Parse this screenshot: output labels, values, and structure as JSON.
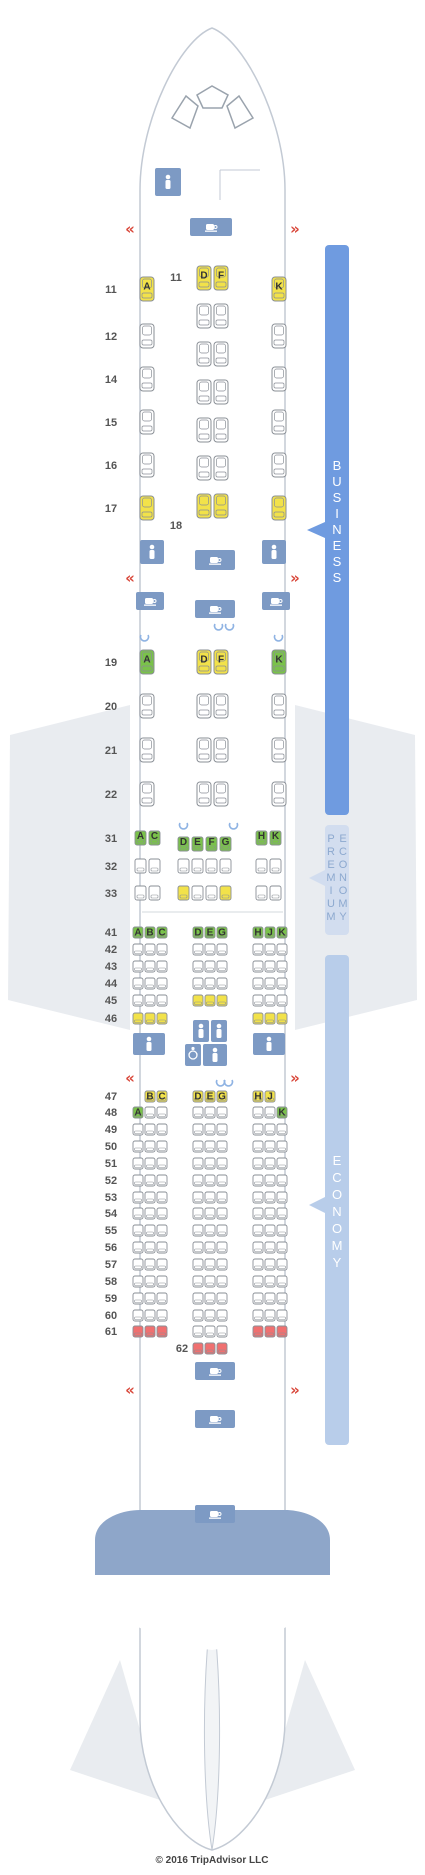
{
  "colors": {
    "fuselage_stroke": "#bfc7d2",
    "facility": "#7d9ac4",
    "business_band": "#6f9be0",
    "premium_band": "#d2ddef",
    "economy_band": "#b8cdea",
    "seat_normal": "#ffffff",
    "seat_yellow": "#f2e24a",
    "seat_green": "#7ac24a",
    "seat_red": "#f07070",
    "exit_arrow": "#d9483b",
    "wing": "#e9ecf0"
  },
  "cabins": {
    "business": "BUSINESS",
    "premium": [
      "PREMIUM",
      "ECONOMY"
    ],
    "economy": "ECONOMY"
  },
  "business_rows": {
    "left_labels": [
      "11",
      "12",
      "14",
      "15",
      "16",
      "17"
    ],
    "center_top_label": "11",
    "center_bottom_label": "18",
    "letters_left": "A",
    "letters_center": [
      "D",
      "F"
    ],
    "letters_right": "K"
  },
  "business2_rows": {
    "labels": [
      "19",
      "20",
      "21",
      "22"
    ],
    "letters_left": "A",
    "letters_center": [
      "D",
      "F"
    ],
    "letters_right": "K"
  },
  "premium_rows": {
    "labels": [
      "31",
      "32",
      "33"
    ],
    "letters_left": [
      "A",
      "C"
    ],
    "letters_center": [
      "D",
      "E",
      "F",
      "G"
    ],
    "letters_right": [
      "H",
      "K"
    ]
  },
  "economy1_rows": {
    "labels": [
      "41",
      "42",
      "43",
      "44",
      "45",
      "46"
    ],
    "letters_left": [
      "A",
      "B",
      "C"
    ],
    "letters_center": [
      "D",
      "E",
      "G"
    ],
    "letters_right": [
      "H",
      "J",
      "K"
    ]
  },
  "economy2_rows": {
    "labels": [
      "47",
      "48",
      "49",
      "50",
      "51",
      "52",
      "53",
      "54",
      "55",
      "56",
      "57",
      "58",
      "59",
      "60",
      "61"
    ],
    "center_last_label": "62",
    "row47_left": [
      "B",
      "C"
    ],
    "row48_left": "A",
    "row47_center": [
      "D",
      "E",
      "G"
    ],
    "row47_right": [
      "H",
      "J"
    ],
    "row48_right": "K"
  },
  "footer": {
    "copyright": "© 2016 TripAdvisor LLC"
  },
  "icons": {
    "lavatory": "lavatory-icon",
    "galley": "galley-icon",
    "exit": "exit-arrow-icon",
    "accessible": "wheelchair-icon",
    "bassinet": "bassinet-icon"
  }
}
